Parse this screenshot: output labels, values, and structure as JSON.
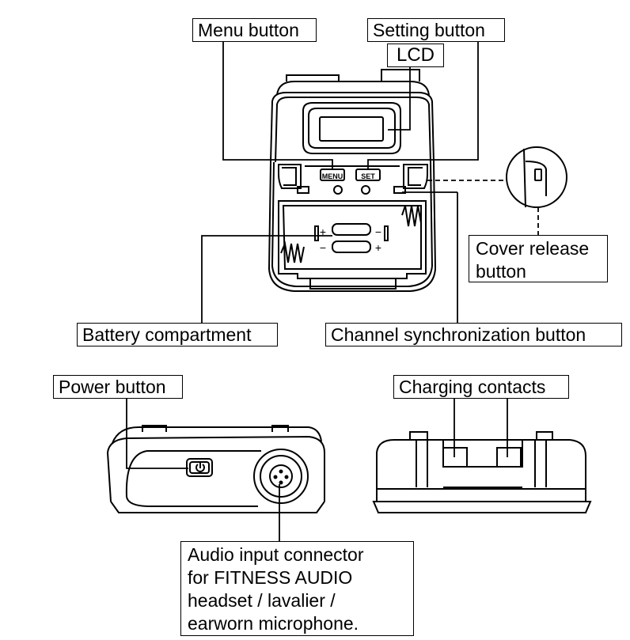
{
  "labels": {
    "menu_button": "Menu button",
    "setting_button": "Setting button",
    "lcd": "LCD",
    "cover_release": [
      "Cover release",
      "button"
    ],
    "battery_compartment": "Battery compartment",
    "channel_sync": "Channel synchronization button",
    "power_button": "Power button",
    "charging_contacts": "Charging contacts",
    "audio_input": [
      "Audio input connector",
      "for FITNESS AUDIO",
      "headset / lavalier /",
      "earworn microphone."
    ]
  },
  "device": {
    "menu_key": "MENU",
    "set_key": "SET",
    "battery_plus": "+",
    "battery_minus": "−"
  }
}
